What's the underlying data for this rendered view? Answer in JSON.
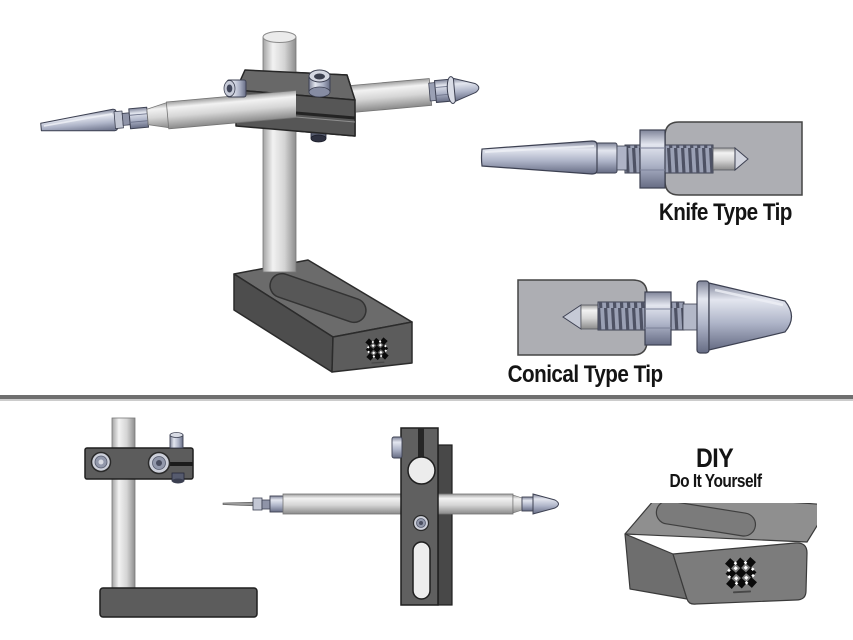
{
  "colors": {
    "background": "#ffffff",
    "light_metal": "#d7d7d7",
    "dark_metal": "#5c5c5c",
    "dark_metal_top": "#6b6b6b",
    "blue_metal": "#aeb4c8",
    "section_body": "#adaeb3",
    "divider": "#6f6f6f",
    "label_text": "#141414"
  },
  "sections": {
    "top": {
      "knife_tip": {
        "label": "Knife Type Tip"
      },
      "conical_tip": {
        "label": "Conical Type Tip"
      }
    },
    "bottom": {
      "diy": {
        "title": "DIY",
        "subtitle": "Do It Yourself"
      }
    }
  },
  "branding": {
    "logo_icon": "diamond-grid-logo"
  }
}
